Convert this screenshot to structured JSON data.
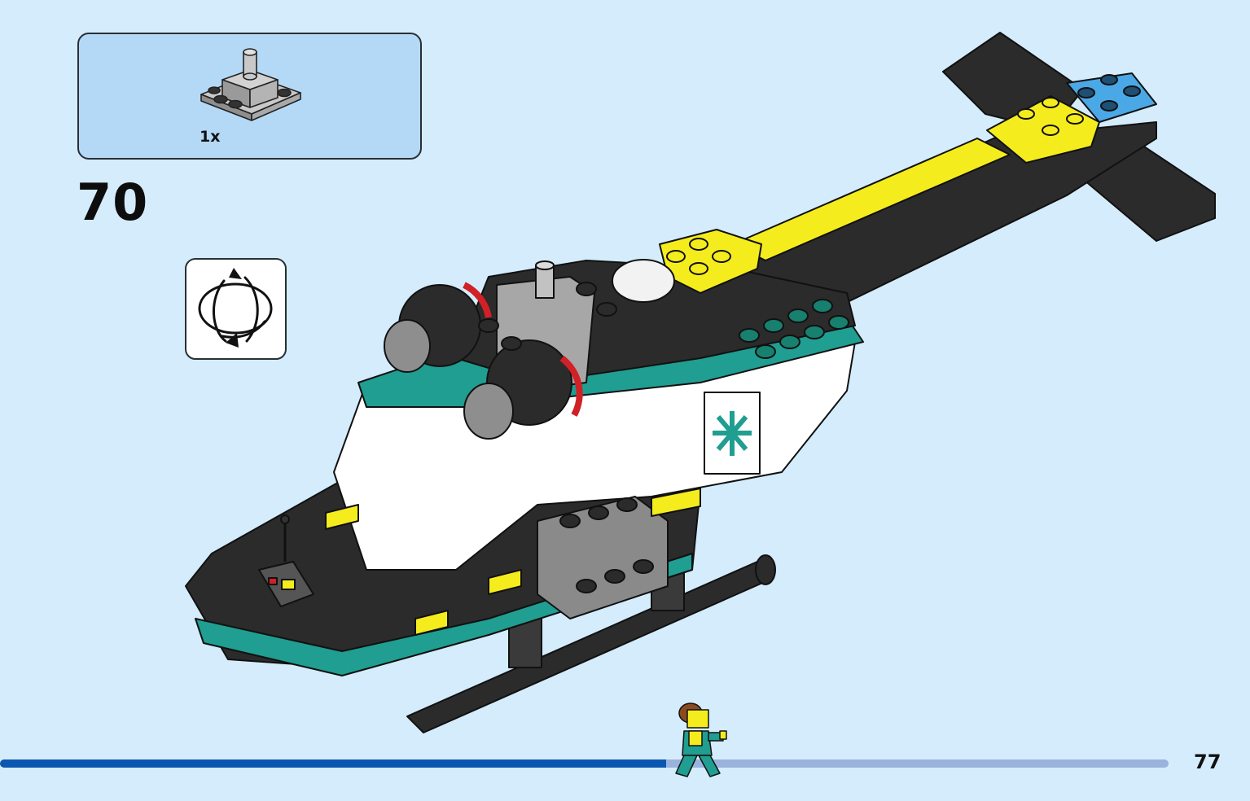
{
  "parts_callout": {
    "quantity": "1x",
    "part_icon": "grey-plate-with-pin-icon"
  },
  "step": {
    "number": "70"
  },
  "rotate_indicator": {
    "icon": "rotate-model-icon"
  },
  "model_illustration": {
    "subject": "emergency-helicopter-model-icon",
    "colors": {
      "body": "#2b2b2b",
      "accent_teal": "#1f9e91",
      "accent_yellow": "#f5ec1e",
      "white": "#ffffff",
      "grey": "#a7a7a7",
      "blue": "#4aa8e6",
      "red": "#d22027"
    }
  },
  "footer": {
    "progress": 0.57,
    "page_number": "77",
    "runner_icon": "minifigure-runner-icon"
  },
  "theme": {
    "background": "#d4ecfc",
    "callout_fill": "#b4d9f6",
    "progress_fill": "#0b57b0",
    "progress_track": "#9ab3dd"
  }
}
